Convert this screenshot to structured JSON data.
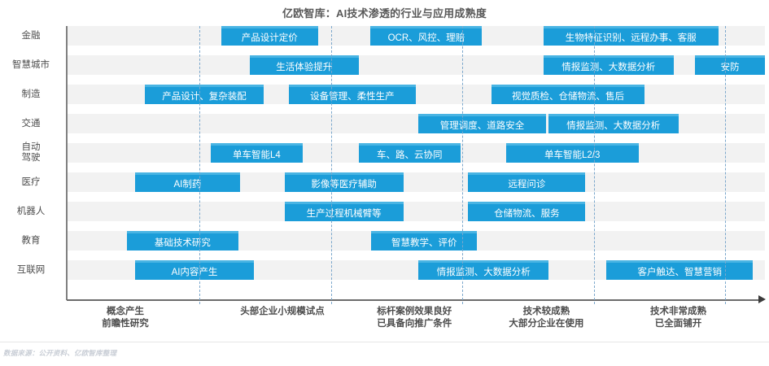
{
  "header": {
    "title": "亿欧智库：AI技术渗透的行业与应用成熟度"
  },
  "footer": {
    "source_note": "数据来源：公开资料、亿欧智库整理"
  },
  "colors": {
    "bar_fill": "#1b9dd9",
    "bar_top_edge": "#49b4e3",
    "row_band": "#f2f2f2",
    "axis": "#6b6b6b",
    "divider": "#7ba7cc",
    "text": "#4d4d4d",
    "title": "#595959",
    "footer": "#c9ced6"
  },
  "chart_data": {
    "type": "bar",
    "title": "亿欧智库：AI技术渗透的行业与应用成熟度",
    "xlabel": "",
    "ylabel": "",
    "grid": false,
    "legend": "none",
    "x_stage_labels": [
      {
        "lines": [
          "概念产生",
          "前瞻性研究"
        ],
        "center_pct": 0
      },
      {
        "lines": [
          "头部企业小规模试点"
        ],
        "center_pct": 22.5
      },
      {
        "lines": [
          "标杆案例效果良好",
          "已具备向推广条件"
        ],
        "center_pct": 41.4
      },
      {
        "lines": [
          "技术较成熟",
          "大部分企业在使用"
        ],
        "center_pct": 60.3
      },
      {
        "lines": [
          "技术非常成熟",
          "已全面铺开"
        ],
        "center_pct": 79.2
      }
    ],
    "stage_divider_pcts": [
      19.0,
      37.9,
      56.6,
      75.5,
      94.3
    ],
    "categories": [
      "金融",
      "智慧城市",
      "制造",
      "交通",
      "自动驾驶",
      "医疗",
      "机器人",
      "教育",
      "互联网"
    ],
    "category_display": [
      [
        "金融"
      ],
      [
        "智慧城市"
      ],
      [
        "制造"
      ],
      [
        "交通"
      ],
      [
        "自动",
        "驾驶"
      ],
      [
        "医疗"
      ],
      [
        "机器人"
      ],
      [
        "教育"
      ],
      [
        "互联网"
      ]
    ],
    "rows": [
      {
        "category": "金融",
        "bars": [
          {
            "label": "产品设计定价",
            "start_pct": 22.1,
            "width_pct": 13.9
          },
          {
            "label": "OCR、风控、理赔",
            "start_pct": 43.5,
            "width_pct": 16.0
          },
          {
            "label": "生物特征识别、远程办事、客服",
            "start_pct": 68.3,
            "width_pct": 25.0
          }
        ]
      },
      {
        "category": "智慧城市",
        "bars": [
          {
            "label": "生活体验提升",
            "start_pct": 26.2,
            "width_pct": 15.6
          },
          {
            "label": "情报监测、大数据分析",
            "start_pct": 68.3,
            "width_pct": 18.6
          },
          {
            "label": "安防",
            "start_pct": 90.0,
            "width_pct": 10.0
          }
        ]
      },
      {
        "category": "制造",
        "bars": [
          {
            "label": "产品设计、复杂装配",
            "start_pct": 11.2,
            "width_pct": 17.0
          },
          {
            "label": "设备管理、柔性生产",
            "start_pct": 31.8,
            "width_pct": 18.2
          },
          {
            "label": "视觉质检、仓储物流、售后",
            "start_pct": 60.8,
            "width_pct": 22.0
          }
        ]
      },
      {
        "category": "交通",
        "bars": [
          {
            "label": "管理调度、道路安全",
            "start_pct": 50.4,
            "width_pct": 18.2
          },
          {
            "label": "情报监测、大数据分析",
            "start_pct": 69.0,
            "width_pct": 18.6
          }
        ]
      },
      {
        "category": "自动驾驶",
        "bars": [
          {
            "label": "单车智能L4",
            "start_pct": 20.6,
            "width_pct": 13.2
          },
          {
            "label": "车、路、云协同",
            "start_pct": 41.8,
            "width_pct": 14.6
          },
          {
            "label": "单车智能L2/3",
            "start_pct": 62.9,
            "width_pct": 19.0
          }
        ]
      },
      {
        "category": "医疗",
        "bars": [
          {
            "label": "AI制药",
            "start_pct": 9.8,
            "width_pct": 15.0
          },
          {
            "label": "影像等医疗辅助",
            "start_pct": 31.2,
            "width_pct": 17.0
          },
          {
            "label": "远程问诊",
            "start_pct": 57.5,
            "width_pct": 16.8
          }
        ]
      },
      {
        "category": "机器人",
        "bars": [
          {
            "label": "生产过程机械臂等",
            "start_pct": 31.2,
            "width_pct": 17.0
          },
          {
            "label": "仓储物流、服务",
            "start_pct": 57.5,
            "width_pct": 16.8
          }
        ]
      },
      {
        "category": "教育",
        "bars": [
          {
            "label": "基础技术研究",
            "start_pct": 8.6,
            "width_pct": 16.0
          },
          {
            "label": "智慧教学、评价",
            "start_pct": 43.6,
            "width_pct": 15.2
          }
        ]
      },
      {
        "category": "互联网",
        "bars": [
          {
            "label": "AI内容产生",
            "start_pct": 9.8,
            "width_pct": 17.0
          },
          {
            "label": "情报监测、大数据分析",
            "start_pct": 50.4,
            "width_pct": 18.6
          },
          {
            "label": "客户触达、智慧营销",
            "start_pct": 77.3,
            "width_pct": 21.0
          }
        ]
      }
    ]
  }
}
